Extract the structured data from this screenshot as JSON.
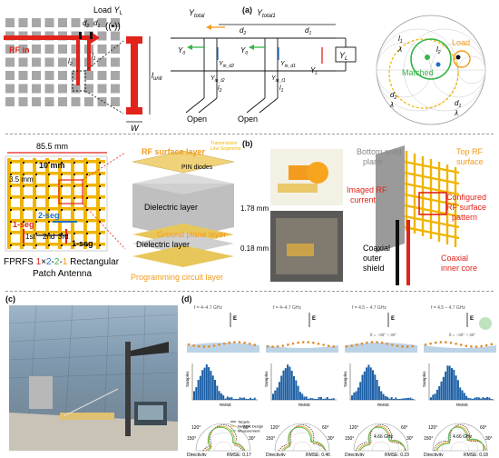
{
  "panels": {
    "a": {
      "label": "(a)",
      "load": "Load",
      "load_sym": "Y",
      "load_sub": "L",
      "rf_in": "RF in",
      "d2": "d",
      "d2_sub": "2",
      "d1": "d",
      "d1_sub": "1",
      "l_unit": "l",
      "l_unit_sub": "unit",
      "w": "W",
      "ytotal": "Y",
      "ytotal_sub": "total",
      "ytotal1": "Y",
      "ytotal1_sub": "total1",
      "y0": "Y",
      "y0_sub": "0",
      "yind2": "Y",
      "yind2_sub": "in_d2",
      "yint2": "Y",
      "yint2_sub": "in_t2",
      "yind1": "Y",
      "yind1_sub": "in_d1",
      "yint1": "Y",
      "yint1_sub": "in_t1",
      "l2": "l",
      "l2_sub": "2",
      "l1": "l",
      "l1_sub": "1",
      "open1": "Open",
      "open2": "Open",
      "smith_load": "Load",
      "smith_matched": "Matched",
      "smith_l1": "l",
      "smith_l1_sub": "1",
      "lambda": "λ",
      "smith_l2": "l",
      "smith_l2_sub": "2",
      "smith_d2": "d",
      "smith_d2_sub": "2",
      "smith_d1": "d",
      "smith_d1_sub": "1"
    },
    "b": {
      "label": "(b)",
      "dim_top": "85.5 mm",
      "dim_10": "10 mm",
      "dim_35": "3.5 mm",
      "seg2": "2-seg",
      "seg1a": "1-seg",
      "seg1b": "1-seg",
      "order_1st": "1st",
      "order_2nd": "2nd",
      "order_3rd": "3rd",
      "antenna_title_1": "FPRFS",
      "antenna_title_nums": [
        "1",
        "×",
        "2",
        "-",
        "2",
        "-",
        "1"
      ],
      "antenna_title_2": "Rectangular",
      "antenna_title_3": "Patch Antenna",
      "rf_surface_layer": "RF surface layer",
      "tl_segments_1": "Transmission",
      "tl_segments_2": "Line Segments",
      "pin_diodes": "PIN diodes",
      "dielectric_1": "Dielectric layer",
      "thickness_1": "1.78 mm",
      "ground_plane": "Ground plane layer",
      "dielectric_2": "Dielectric layer",
      "thickness_2": "0.18 mm",
      "programming_layer": "Programming circuit layer",
      "bottom_plane_1": "Bottom solid",
      "bottom_plane_2": "plane",
      "top_rf_1": "Top RF",
      "top_rf_2": "surface",
      "imaged_rf_1": "Imaged RF",
      "imaged_rf_2": "current",
      "configured_1": "Configured",
      "configured_2": "RF surface",
      "configured_3": "pattern",
      "coax_outer_1": "Coaxial",
      "coax_outer_2": "outer",
      "coax_outer_3": "shield",
      "coax_inner_1": "Coaxial",
      "coax_inner_2": "inner core"
    },
    "c": {
      "label": "(c)"
    },
    "d": {
      "label": "(d)",
      "freqs": [
        "f = 4–4.7 GHz",
        "f = 4–4.7 GHz",
        "f = 4.5 – 4.7 GHz",
        "f = 4.5 – 4.7 GHz"
      ],
      "angles": [
        "",
        "",
        "θ = −30° ~ 30°",
        "θ = −30° ~ 30°"
      ],
      "samples_label": "Samples",
      "rmse_label": "RMSE",
      "directivity_label": "Directivity",
      "rmse_values": [
        "RMSE: 0.17",
        "RMSE: 0.46",
        "RMSE: 0.23",
        "RMSE: 0.18"
      ],
      "polar_freq": "4.66 GHz",
      "legend": [
        "Targets",
        "Network Design",
        "Measurement"
      ],
      "angle_120": "120°",
      "angle_60": "60°",
      "angle_150": "150°",
      "angle_30": "30°"
    }
  },
  "colors": {
    "red": "#e2231a",
    "orange": "#f29b1e",
    "blue": "#1f6fc7",
    "green": "#39b54a",
    "gold": "#f0b400",
    "hist_blue": "#1b5fa6"
  }
}
